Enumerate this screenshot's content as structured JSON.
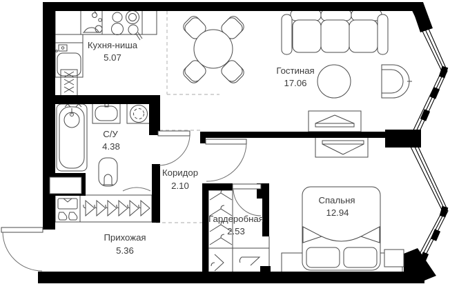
{
  "plan_title": "apartment-floor-plan",
  "rooms": [
    {
      "key": "kitchen",
      "name": "Кухня-ниша",
      "area": "5.07"
    },
    {
      "key": "living",
      "name": "Гостиная",
      "area": "17.06"
    },
    {
      "key": "bathroom",
      "name": "С/У",
      "area": "4.38"
    },
    {
      "key": "corridor",
      "name": "Коридор",
      "area": "2.10"
    },
    {
      "key": "hallway",
      "name": "Прихожая",
      "area": "5.36"
    },
    {
      "key": "wardrobe",
      "name": "Гардеробная",
      "area": "2.53"
    },
    {
      "key": "bedroom",
      "name": "Спальня",
      "area": "12.94"
    }
  ],
  "colors": {
    "wall": "#000000",
    "furniture_stroke": "#4a4a4a",
    "zone_dash": "#c6c6c6",
    "label": "#3b3b3b",
    "floor": "#ffffff"
  }
}
